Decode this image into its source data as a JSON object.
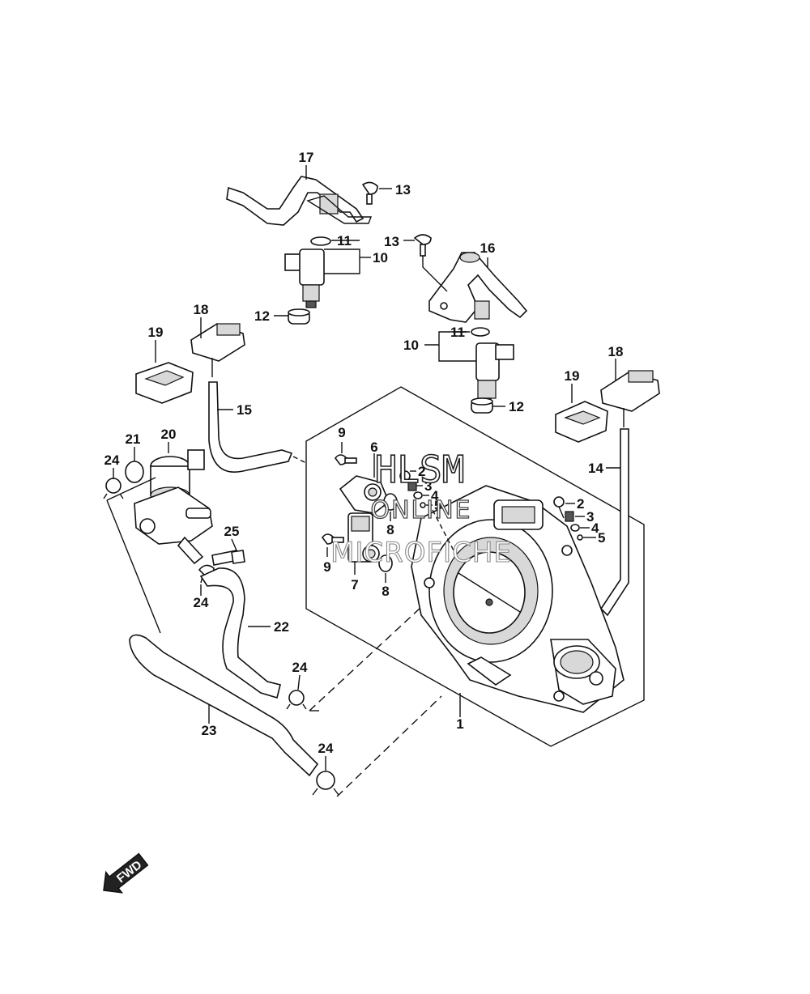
{
  "callouts": {
    "c1": "1",
    "c2a": "2",
    "c2b": "2",
    "c3a": "3",
    "c3b": "3",
    "c4a": "4",
    "c4b": "4",
    "c5a": "5",
    "c5b": "5",
    "c6": "6",
    "c7": "7",
    "c8a": "8",
    "c8b": "8",
    "c9a": "9",
    "c9b": "9",
    "c10a": "10",
    "c10b": "10",
    "c11a": "11",
    "c11b": "11",
    "c12a": "12",
    "c12b": "12",
    "c13a": "13",
    "c13b": "13",
    "c14": "14",
    "c15": "15",
    "c16": "16",
    "c17": "17",
    "c18a": "18",
    "c18b": "18",
    "c19a": "19",
    "c19b": "19",
    "c20": "20",
    "c21": "21",
    "c22": "22",
    "c23": "23",
    "c24a": "24",
    "c24b": "24",
    "c24c": "24",
    "c24d": "24",
    "c25": "25"
  },
  "watermark": {
    "line1": "HLSM",
    "line2": "ONLINE",
    "line3": "MICROFICHE"
  },
  "fwd_badge": "FWD"
}
